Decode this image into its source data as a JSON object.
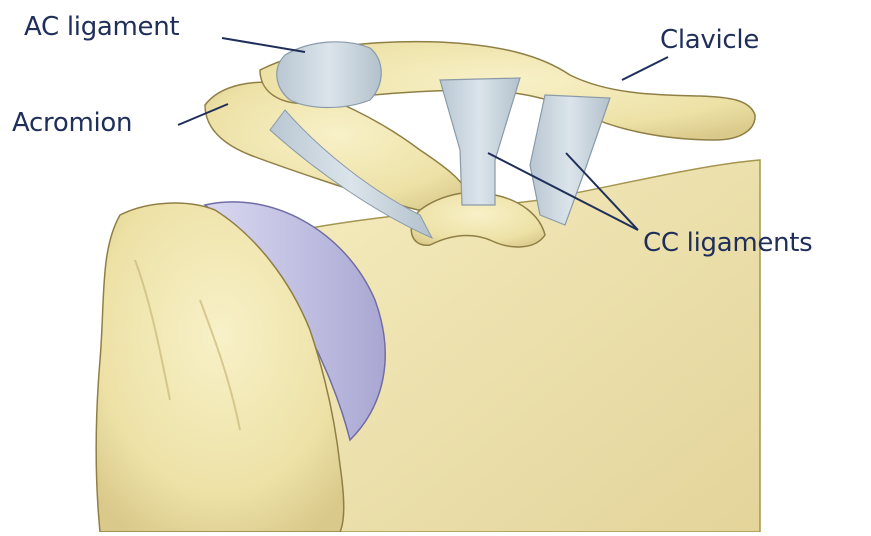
{
  "labels": {
    "ac_ligament": "AC ligament",
    "acromion": "Acromion",
    "clavicle": "Clavicle",
    "cc_ligaments": "CC ligaments"
  },
  "colors": {
    "bone": "#efe6b0",
    "bone_shadow": "#d8c98a",
    "bone_outline": "#8f7f45",
    "ligament": "#c9d6e0",
    "cartilage": "#c3c2e2",
    "label_text": "#1f2f5a",
    "leader_line": "#1f2f5a"
  }
}
